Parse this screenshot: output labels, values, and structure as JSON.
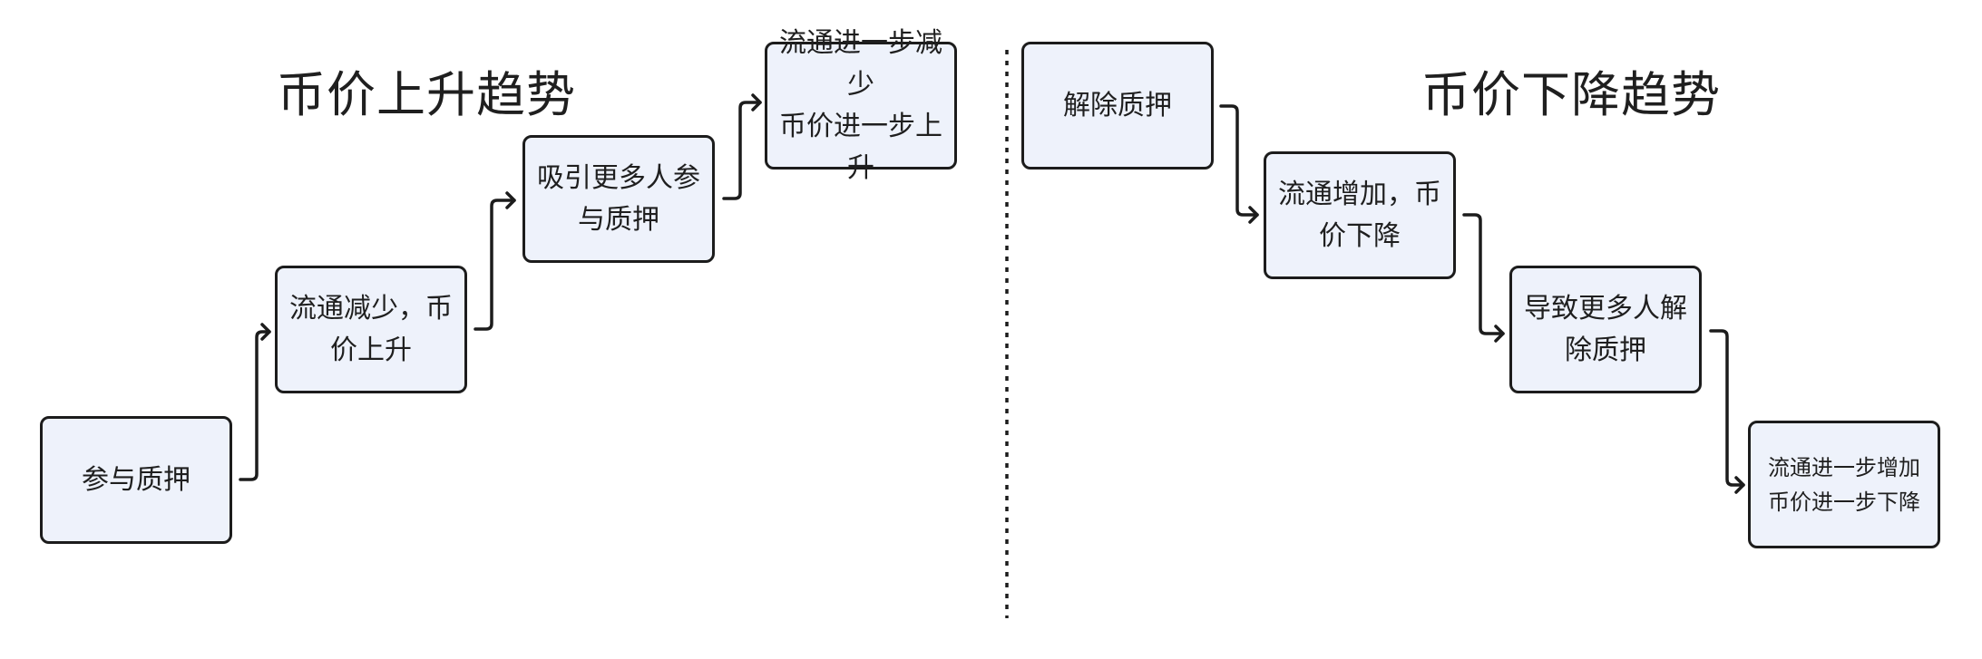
{
  "left": {
    "heading": "币价上升趋势",
    "steps": [
      "参与质押",
      "流通减少，币\n价上升",
      "吸引更多人参\n与质押",
      "流通进一步减少\n币价进一步上升"
    ]
  },
  "right": {
    "heading": "币价下降趋势",
    "steps": [
      "解除质押",
      "流通增加，币\n价下降",
      "导致更多人解\n除质押",
      "流通进一步增加\n币价进一步下降"
    ]
  }
}
